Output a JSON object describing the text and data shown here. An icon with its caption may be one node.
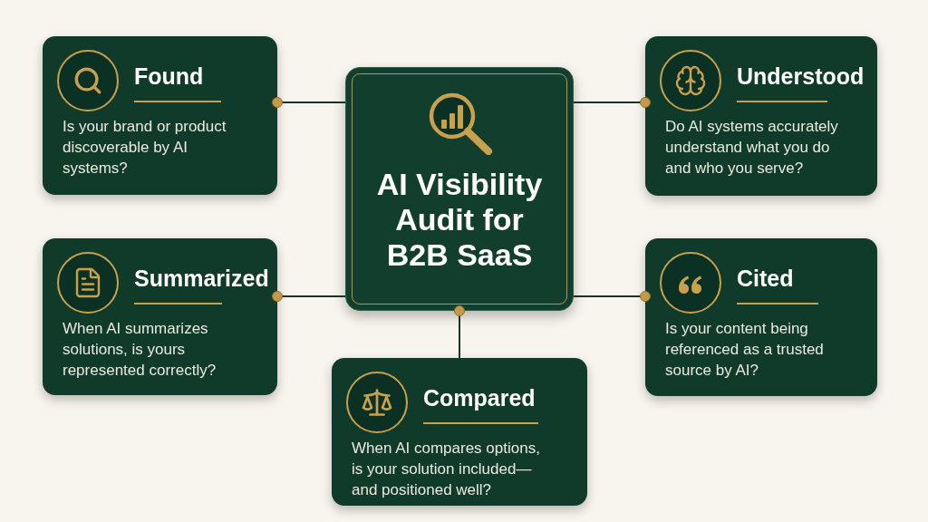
{
  "diagram": {
    "nodes": [
      {
        "text": [
          "Found",
          "Is your brand or product discoverable by AI systems?"
        ]
      },
      {
        "text": [
          "AI Visibility Audit for B2B SaaS"
        ]
      },
      {
        "text": [
          "Understood",
          "Do AI systems accurately understand what you do and who you serve?"
        ]
      },
      {
        "text": [
          "Summarized",
          "When AI summarizes solutions, is yours represented correctly?"
        ]
      },
      {
        "text": [
          "Cited",
          "Is your content being referenced as a trusted source by AI?"
        ]
      },
      {
        "text": [
          "Compared",
          "When AI compares options, is your solution included—and positioned well?"
        ]
      }
    ],
    "edges": [
      {
        "from": 1,
        "to": 0,
        "arrow": "other"
      },
      {
        "from": 1,
        "to": 2,
        "arrow": "other"
      },
      {
        "from": 1,
        "to": 3,
        "arrow": "other"
      },
      {
        "from": 1,
        "to": 4,
        "arrow": "other"
      },
      {
        "from": 5,
        "to": 1,
        "arrow": "other"
      }
    ]
  }
}
